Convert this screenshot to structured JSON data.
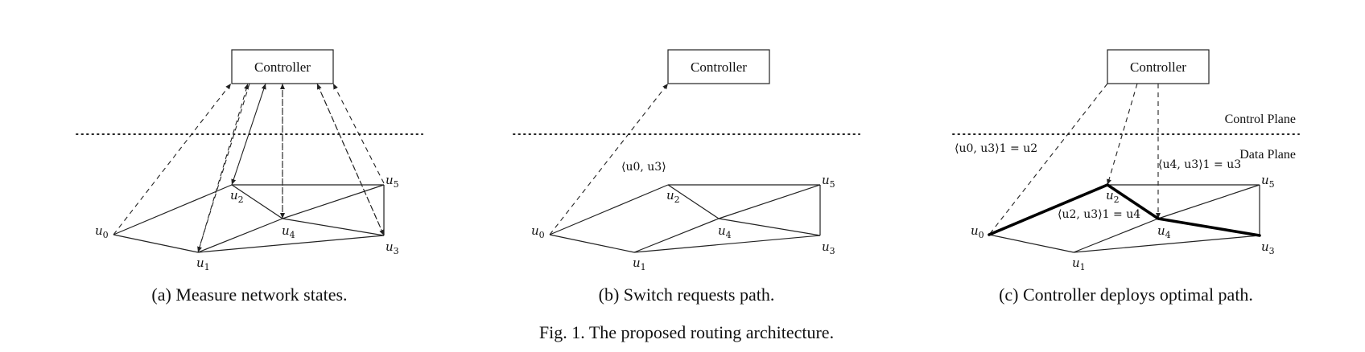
{
  "figure_caption": "Fig. 1.  The proposed routing architecture.",
  "panels": [
    {
      "caption": "(a) Measure network states.",
      "controller_label": "Controller",
      "node_labels": [
        "u0",
        "u1",
        "u2",
        "u3",
        "u4",
        "u5"
      ]
    },
    {
      "caption": "(b) Switch requests path.",
      "controller_label": "Controller",
      "request_label": "⟨u0, u3⟩",
      "node_labels": [
        "u0",
        "u1",
        "u2",
        "u3",
        "u4",
        "u5"
      ]
    },
    {
      "caption": "(c) Controller deploys optimal path.",
      "controller_label": "Controller",
      "control_plane_label": "Control Plane",
      "data_plane_label": "Data Plane",
      "annotations": [
        "⟨u0, u3⟩1 = u2",
        "⟨u4, u3⟩1 = u3",
        "⟨u2, u3⟩1 = u4"
      ],
      "node_labels": [
        "u0",
        "u1",
        "u2",
        "u3",
        "u4",
        "u5"
      ]
    }
  ],
  "graph": {
    "nodes": [
      "u0",
      "u1",
      "u2",
      "u3",
      "u4",
      "u5"
    ],
    "edges": [
      [
        "u0",
        "u2"
      ],
      [
        "u0",
        "u1"
      ],
      [
        "u1",
        "u4"
      ],
      [
        "u1",
        "u3"
      ],
      [
        "u2",
        "u5"
      ],
      [
        "u2",
        "u4"
      ],
      [
        "u4",
        "u5"
      ],
      [
        "u4",
        "u3"
      ],
      [
        "u5",
        "u3"
      ]
    ],
    "optimal_path": [
      "u0",
      "u2",
      "u4",
      "u3"
    ]
  }
}
